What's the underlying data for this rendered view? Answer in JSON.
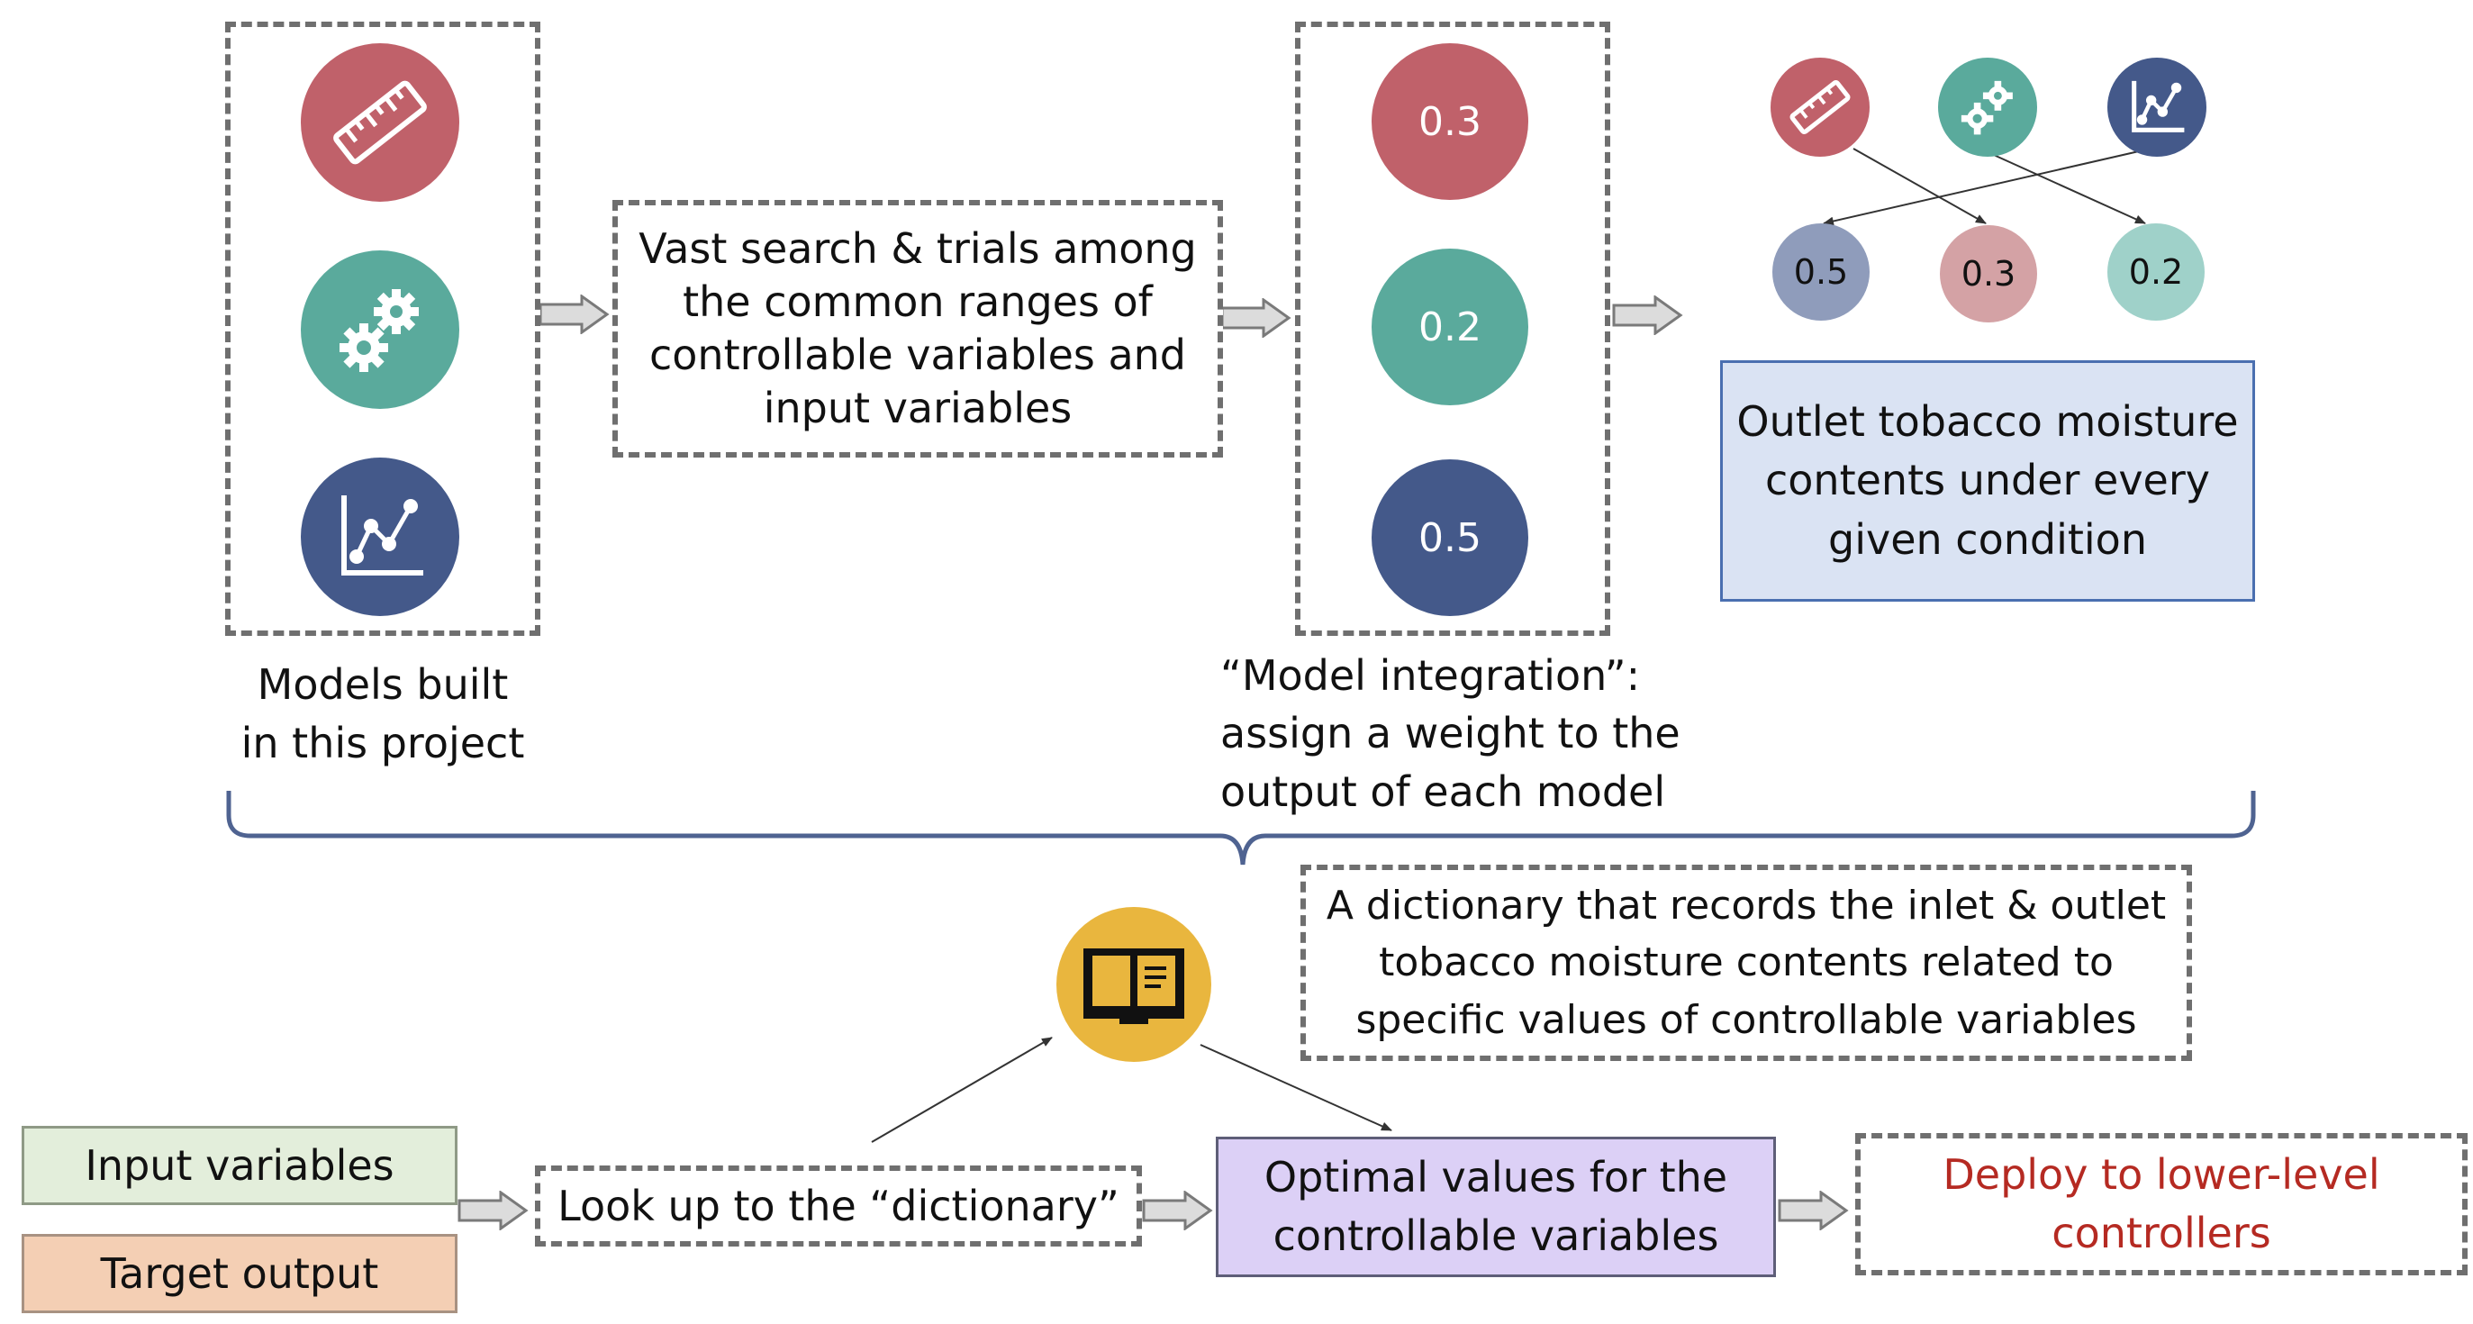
{
  "models_caption": [
    "Models built",
    "in this project"
  ],
  "search_box": [
    "Vast search & trials among",
    "the common ranges of",
    "controllable variables and",
    "input variables"
  ],
  "weights": [
    "0.3",
    "0.2",
    "0.5"
  ],
  "integration_caption": [
    "“Model integration”:",
    "assign a weight to the",
    "output of each model"
  ],
  "small_weights": [
    "0.5",
    "0.3",
    "0.2"
  ],
  "outlet_box": [
    "Outlet tobacco moisture",
    "contents under every",
    "given condition"
  ],
  "dictionary_box": [
    "A dictionary that records the inlet & outlet",
    "tobacco moisture contents related to",
    "specific values of controllable variables"
  ],
  "input_variables": "Input variables",
  "target_output": "Target output",
  "lookup": "Look up to the “dictionary”",
  "optimal_box": [
    "Optimal values for the",
    "controllable variables"
  ],
  "deploy_box": [
    "Deploy to lower-level",
    "controllers"
  ],
  "colors": {
    "red": "#c0616a",
    "teal": "#5aaa9c",
    "navy": "#44598a",
    "light_red": "#d4a2a5",
    "light_teal": "#9fd1c9",
    "light_navy": "#8f9cbb",
    "blue_box": "#dae3f3",
    "blue_border": "#4a6fb0",
    "green_box": "#e3eedb",
    "orange_box": "#f4cfb4",
    "purple_box": "#dcd0f6",
    "deploy_text": "#b52a22",
    "book_gold": "#e9b63e"
  },
  "icons": [
    "ruler-icon",
    "gears-icon",
    "line-chart-icon",
    "book-icon",
    "arrow-icon"
  ]
}
